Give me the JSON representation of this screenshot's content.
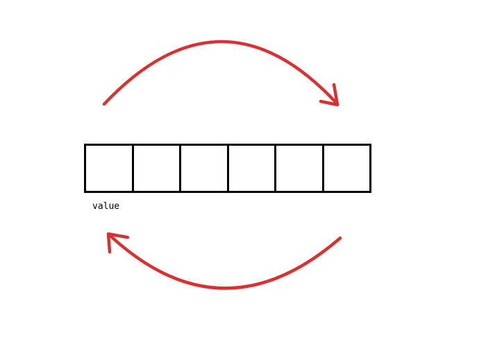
{
  "diagram": {
    "cells": [
      {
        "id": "cell-1"
      },
      {
        "id": "cell-2"
      },
      {
        "id": "cell-3"
      },
      {
        "id": "cell-4"
      },
      {
        "id": "cell-5"
      },
      {
        "id": "cell-6"
      }
    ],
    "first_cell_label": "value",
    "colors": {
      "arrow": "#d93030",
      "cell_border": "#000000"
    }
  }
}
